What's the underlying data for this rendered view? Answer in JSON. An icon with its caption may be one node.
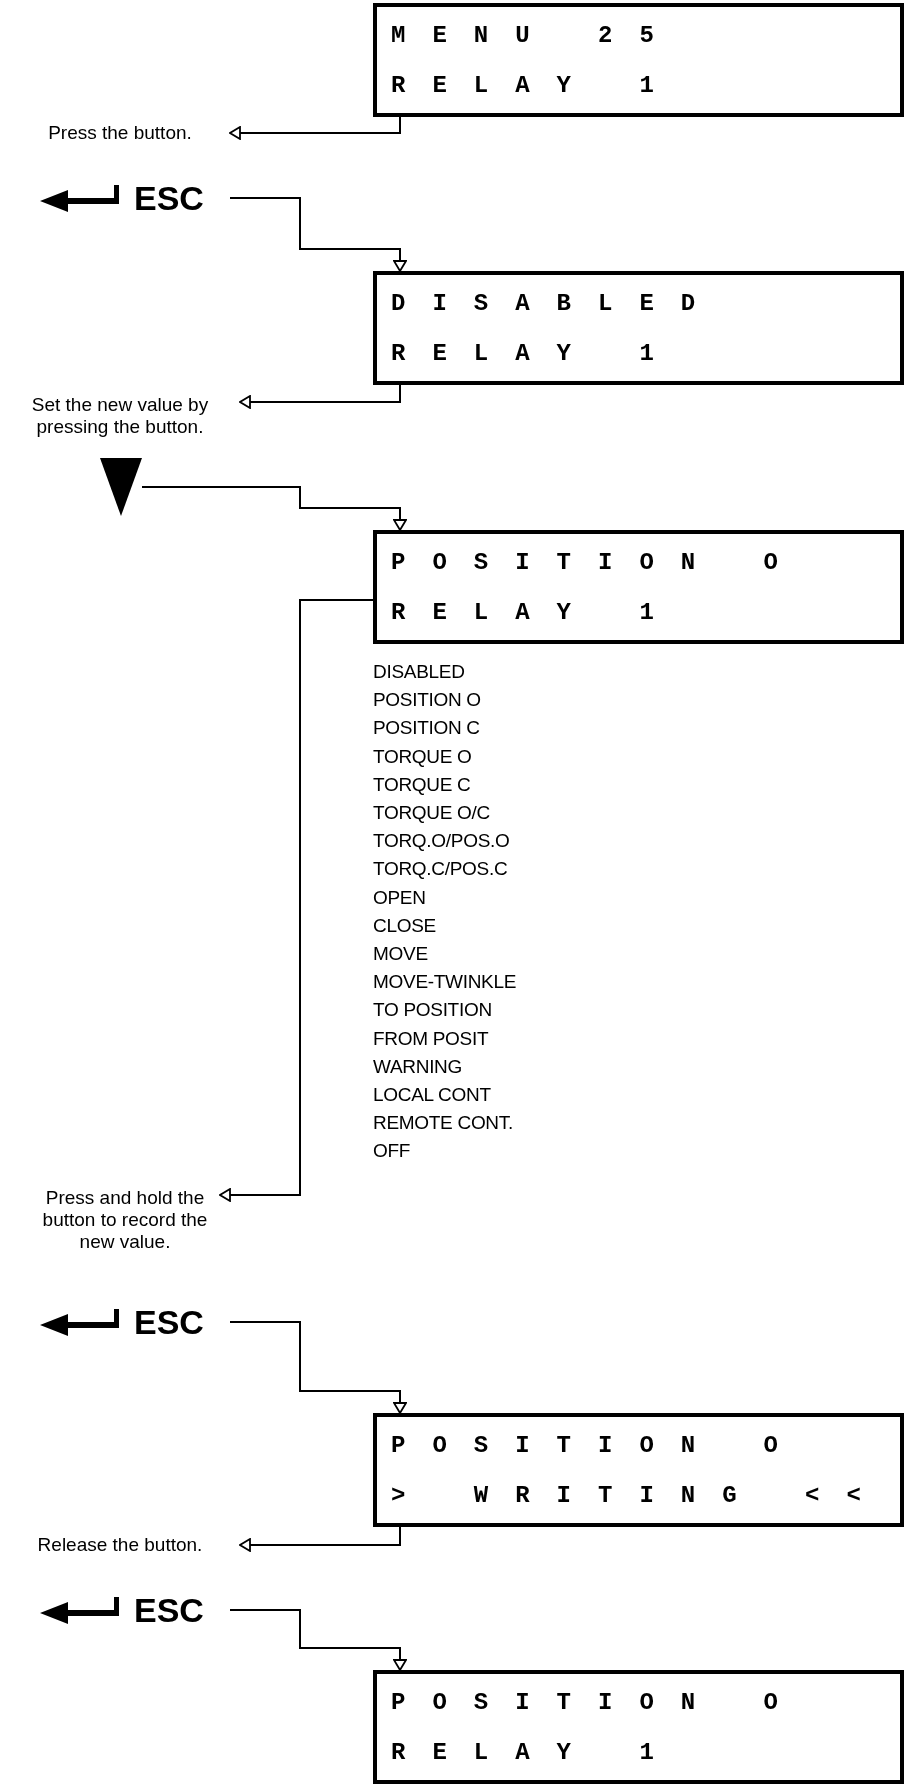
{
  "diagram": {
    "nodes": [
      {
        "text": [
          "MENU 25",
          "RELAY 1"
        ]
      },
      {
        "text": [
          "Press the button."
        ]
      },
      {
        "text": [
          "ESC"
        ]
      },
      {
        "text": [
          "DISABLED",
          "RELAY 1"
        ]
      },
      {
        "text": [
          "Set the new value by pressing the button."
        ]
      },
      {
        "text": [],
        "shape": "triangle"
      },
      {
        "text": [
          "POSITION O",
          "RELAY 1"
        ]
      },
      {
        "text": [
          "Press and hold the button to record the new value."
        ]
      },
      {
        "text": [
          "ESC"
        ]
      },
      {
        "text": [
          "POSITION O",
          "> WRITING <<"
        ]
      },
      {
        "text": [
          "Release the button."
        ]
      },
      {
        "text": [
          "ESC"
        ]
      },
      {
        "text": [
          "POSITION O",
          "RELAY 1"
        ]
      }
    ],
    "edges": [
      {
        "from": 0,
        "to": 1,
        "arrow": "to"
      },
      {
        "from": 2,
        "to": 3,
        "arrow": "to"
      },
      {
        "from": 3,
        "to": 4,
        "arrow": "to"
      },
      {
        "from": 5,
        "to": 6,
        "arrow": "to"
      },
      {
        "from": 6,
        "to": 7,
        "arrow": "to"
      },
      {
        "from": 8,
        "to": 9,
        "arrow": "to"
      },
      {
        "from": 9,
        "to": 10,
        "arrow": "to"
      },
      {
        "from": 11,
        "to": 12,
        "arrow": "to"
      }
    ],
    "labels": [
      "DISABLED",
      "POSITION O",
      "POSITION C",
      "TORQUE O",
      "TORQUE C",
      "TORQUE O/C",
      "TORQ.O/POS.O",
      "TORQ.C/POS.C",
      "OPEN",
      "CLOSE",
      "MOVE",
      "MOVE-TWINKLE",
      "TO POSITION",
      "FROM POSIT",
      "WARNING",
      "LOCAL CONT",
      "REMOTE CONT.",
      "OFF"
    ]
  }
}
